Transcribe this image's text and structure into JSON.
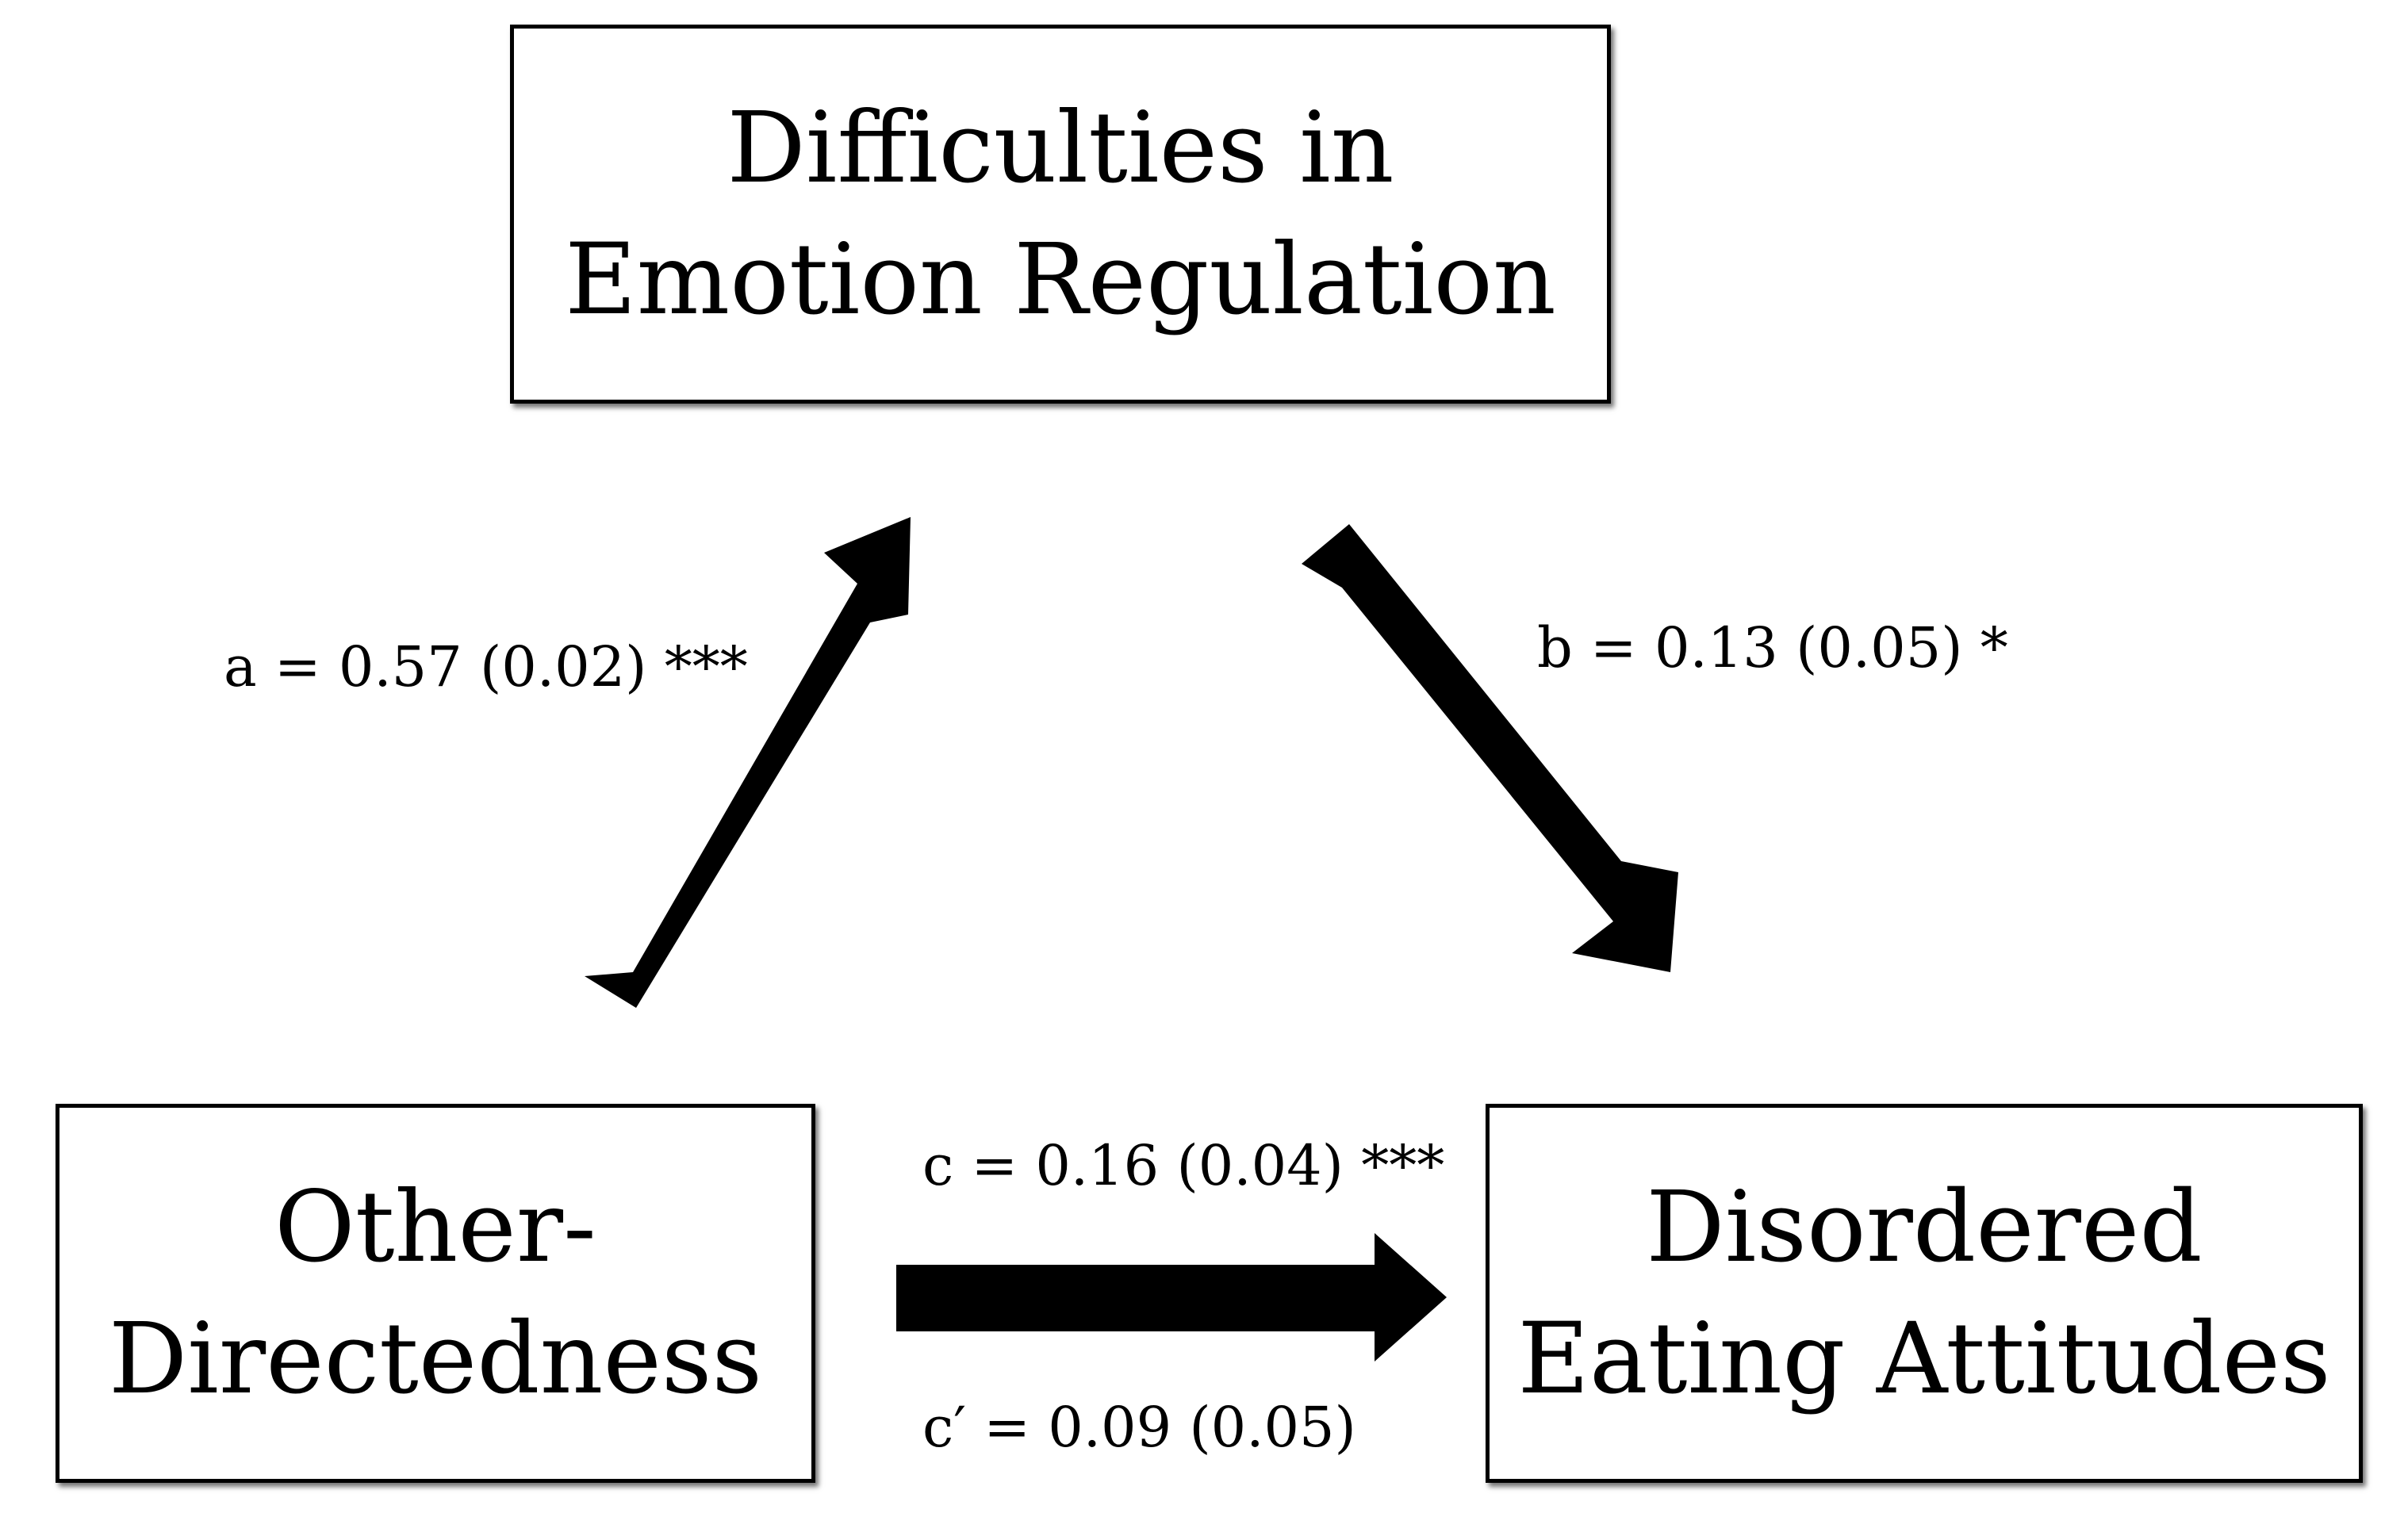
{
  "nodes": {
    "der": {
      "line1": "Difficulties in",
      "line2": "Emotion Regulation"
    },
    "od": {
      "line1": "Other-",
      "line2": "Directedness"
    },
    "dea": {
      "line1": "Disordered",
      "line2": "Eating Attitudes"
    }
  },
  "paths": {
    "a": "a = 0.57 (0.02) ***",
    "b": "b = 0.13 (0.05) *",
    "c": "c = 0.16 (0.04) ***",
    "c_prime": "c′ = 0.09 (0.05)"
  },
  "colors": {
    "arrow": "#000000",
    "box_border": "#000000",
    "background": "#ffffff"
  }
}
